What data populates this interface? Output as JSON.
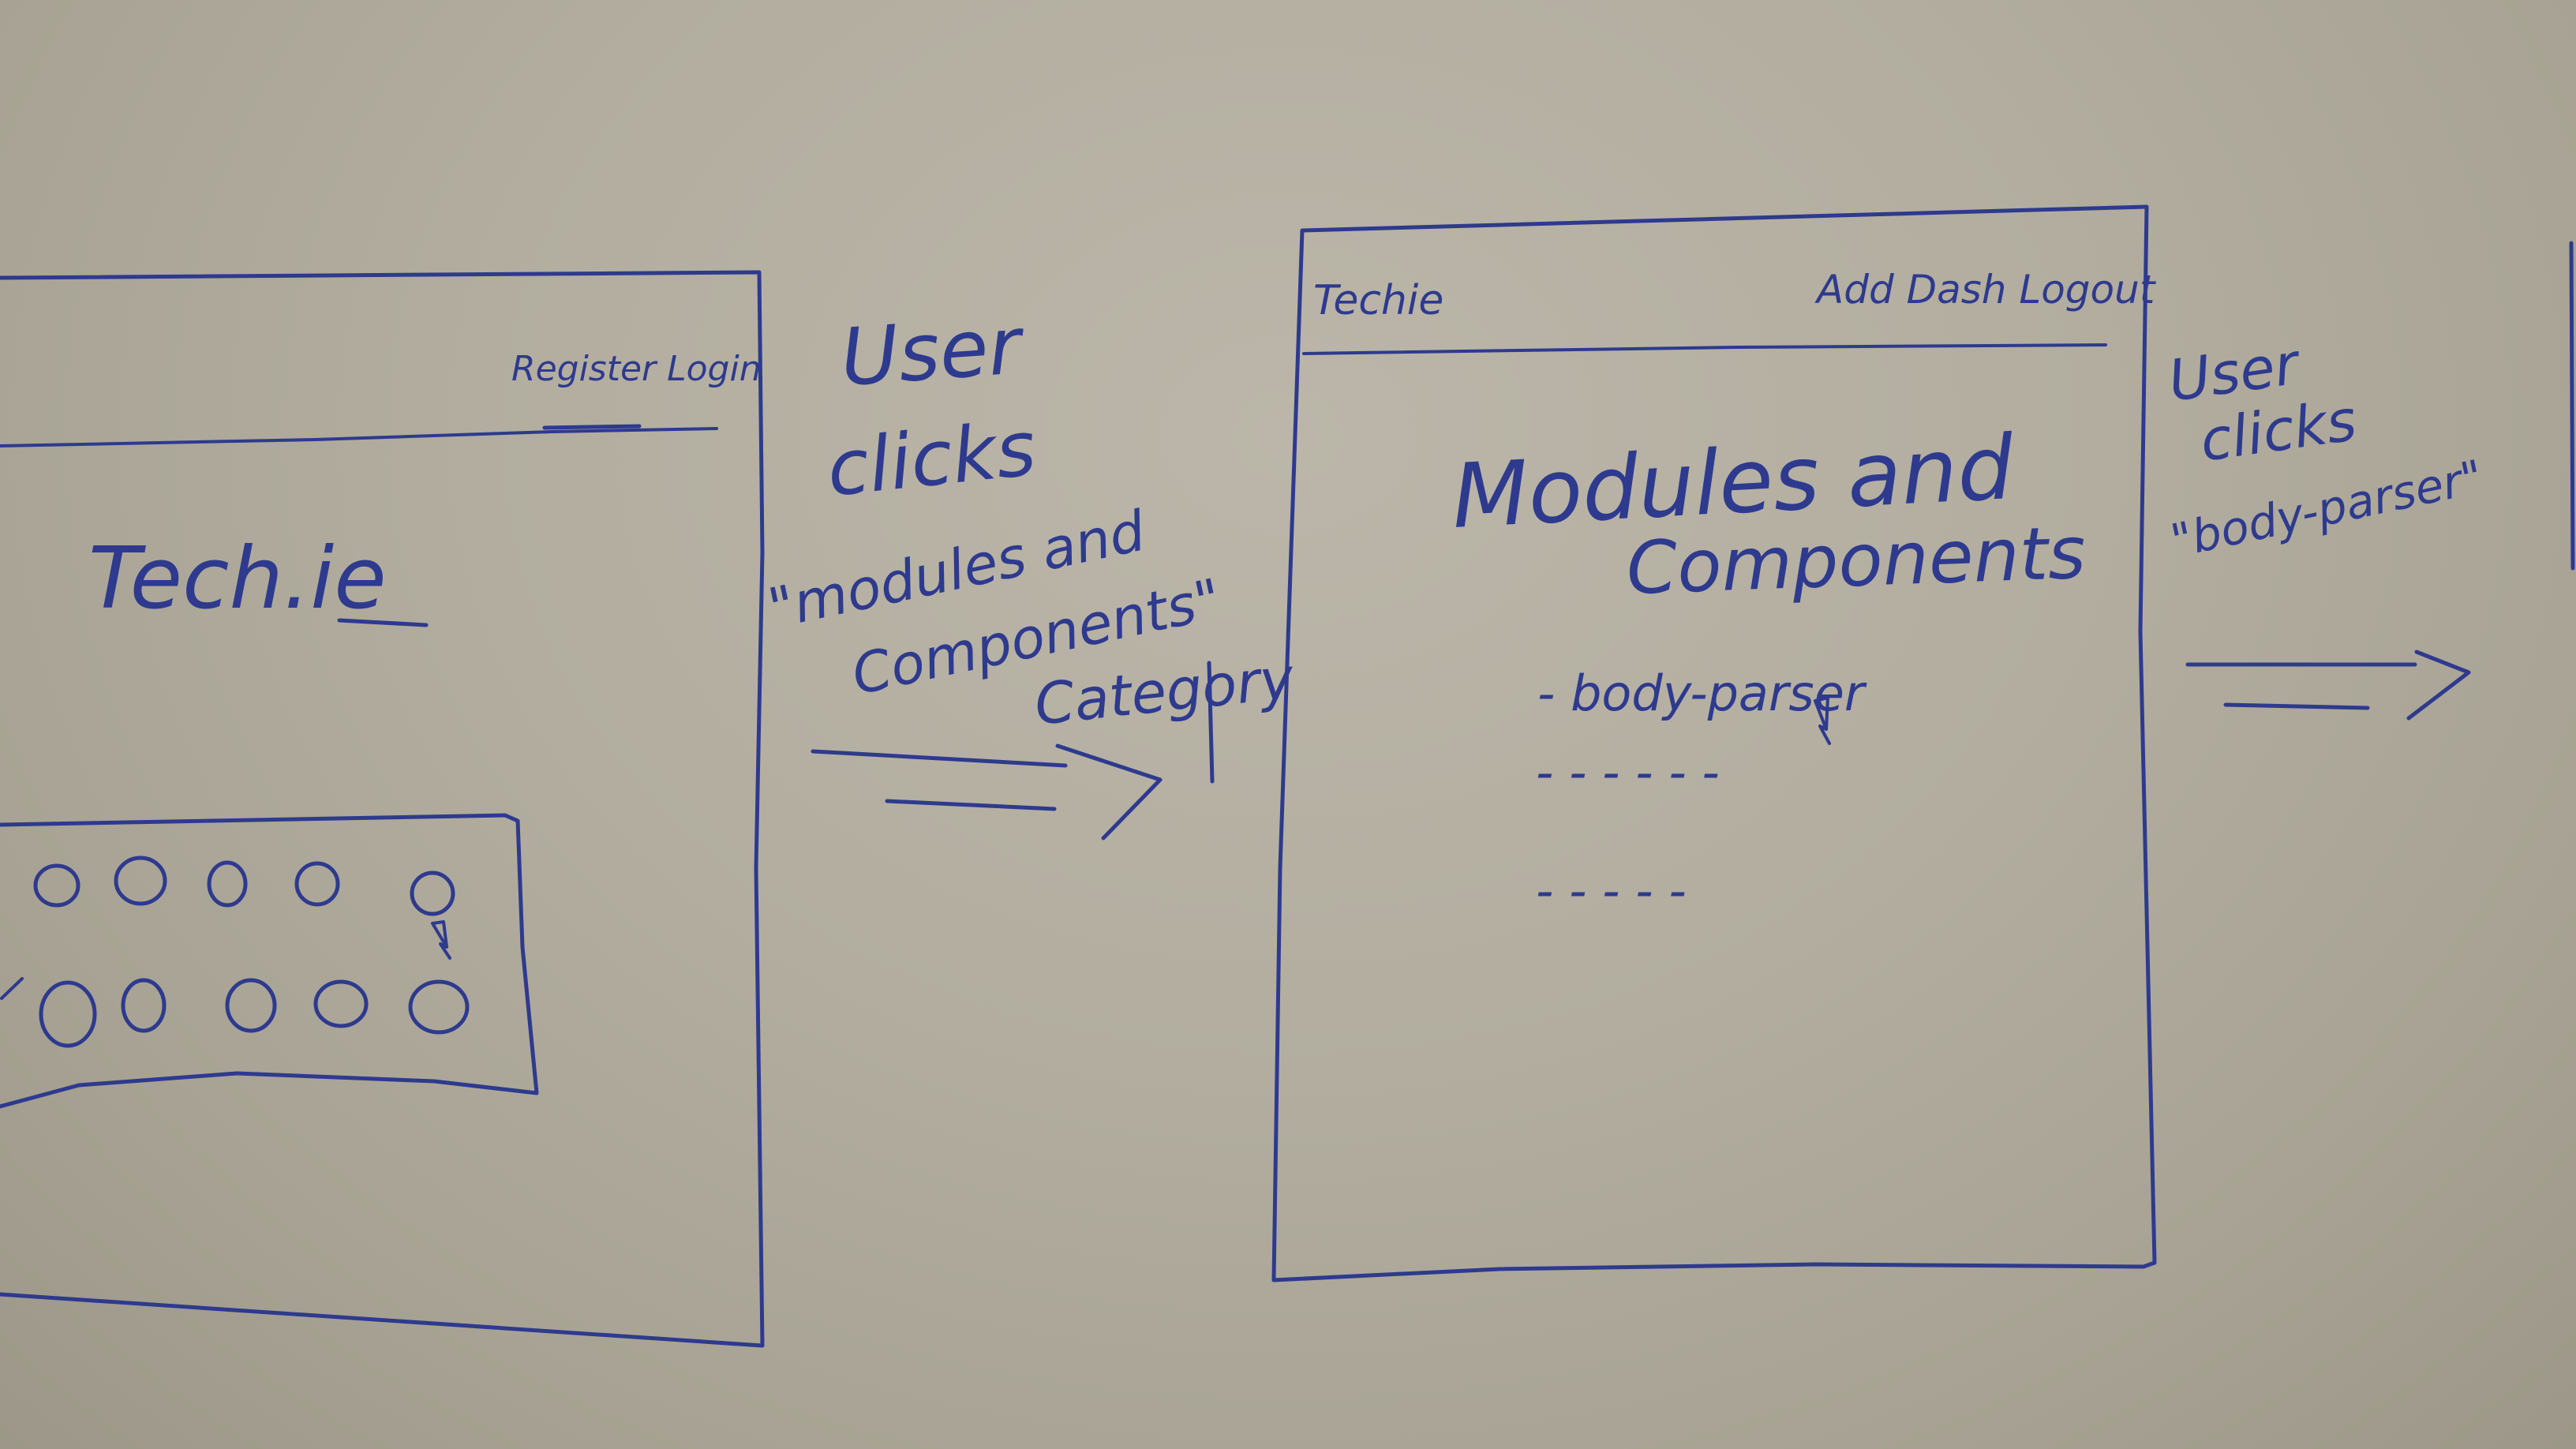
{
  "screen1": {
    "nav_links": "Register Login",
    "title": "Tech.ie"
  },
  "arrow1_caption": {
    "line1": "User",
    "line2": "clicks",
    "line3": "\"modules and",
    "line4": "Components\"",
    "line5": "Category"
  },
  "screen2": {
    "logo": "Techie",
    "nav_links": "Add Dash Logout",
    "heading_line1": "Modules and",
    "heading_line2": "Components",
    "list_items": [
      "- body-parser",
      "- - - - - -",
      "- - - - -"
    ]
  },
  "arrow2_caption": {
    "line1": "User",
    "line2": "clicks",
    "line3": "\"body-parser\""
  },
  "ink_color": "#2e3a8e"
}
